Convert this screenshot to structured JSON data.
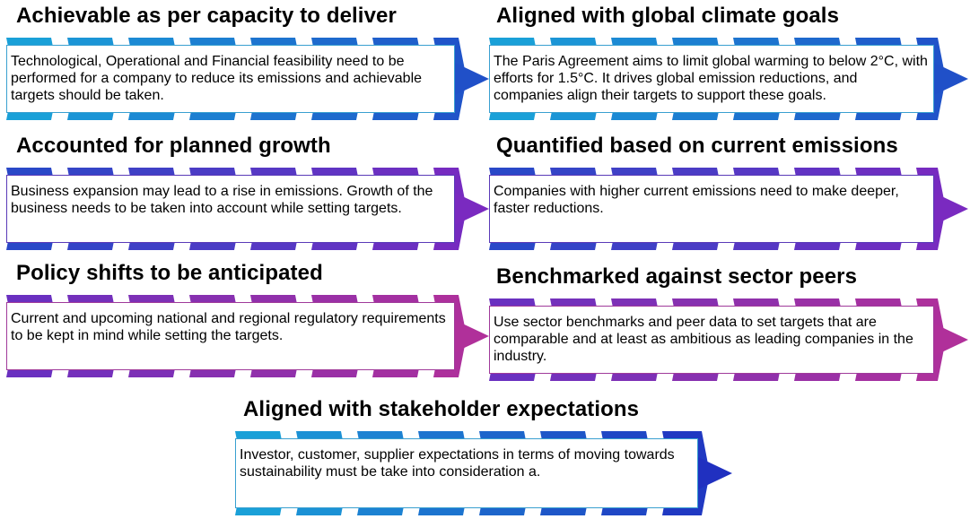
{
  "cards": [
    {
      "title": "Achievable as per capacity to deliver",
      "body": "Technological, Operational and Financial feasibility need to be performed for a company to reduce its emissions and achievable targets should be taken.",
      "colors": [
        "#1aa0d8",
        "#2050c8"
      ],
      "border": "#3aa0d0"
    },
    {
      "title": "Aligned with global climate goals",
      "body": "The Paris Agreement aims to limit global warming to below 2°C, with efforts for 1.5°C. It drives global emission reductions, and companies align their targets to support these goals.",
      "colors": [
        "#1aa0d8",
        "#2050c8"
      ],
      "border": "#3aa0d0"
    },
    {
      "title": "Accounted for planned growth",
      "body": "Business expansion may lead to a rise in emissions. Growth of the business needs to be taken into account while setting targets.",
      "colors": [
        "#2a48c8",
        "#7a2ac0"
      ],
      "border": "#5a3ab8"
    },
    {
      "title": "Quantified based on current emissions",
      "body": "Companies with higher current emissions need to make deeper, faster reductions.",
      "colors": [
        "#2a48c8",
        "#7a2ac0"
      ],
      "border": "#5a3ab8"
    },
    {
      "title": "Policy shifts to be anticipated",
      "body": "Current and upcoming national and regional regulatory requirements to be kept in mind while setting the targets.",
      "colors": [
        "#6a30c0",
        "#b0309a"
      ],
      "border": "#a03a9a"
    },
    {
      "title": "Benchmarked against sector peers",
      "body": "Use sector benchmarks and peer data to set targets that are comparable and at least as ambitious as leading companies in the industry.",
      "colors": [
        "#6a30c0",
        "#b0309a"
      ],
      "border": "#a03a9a"
    },
    {
      "title": "Aligned with stakeholder expectations",
      "body": "Investor, customer, supplier expectations in terms of moving towards sustainability must be take into consideration a.",
      "colors": [
        "#1aa0d8",
        "#2030c0"
      ],
      "border": "#3aa0d0"
    }
  ]
}
